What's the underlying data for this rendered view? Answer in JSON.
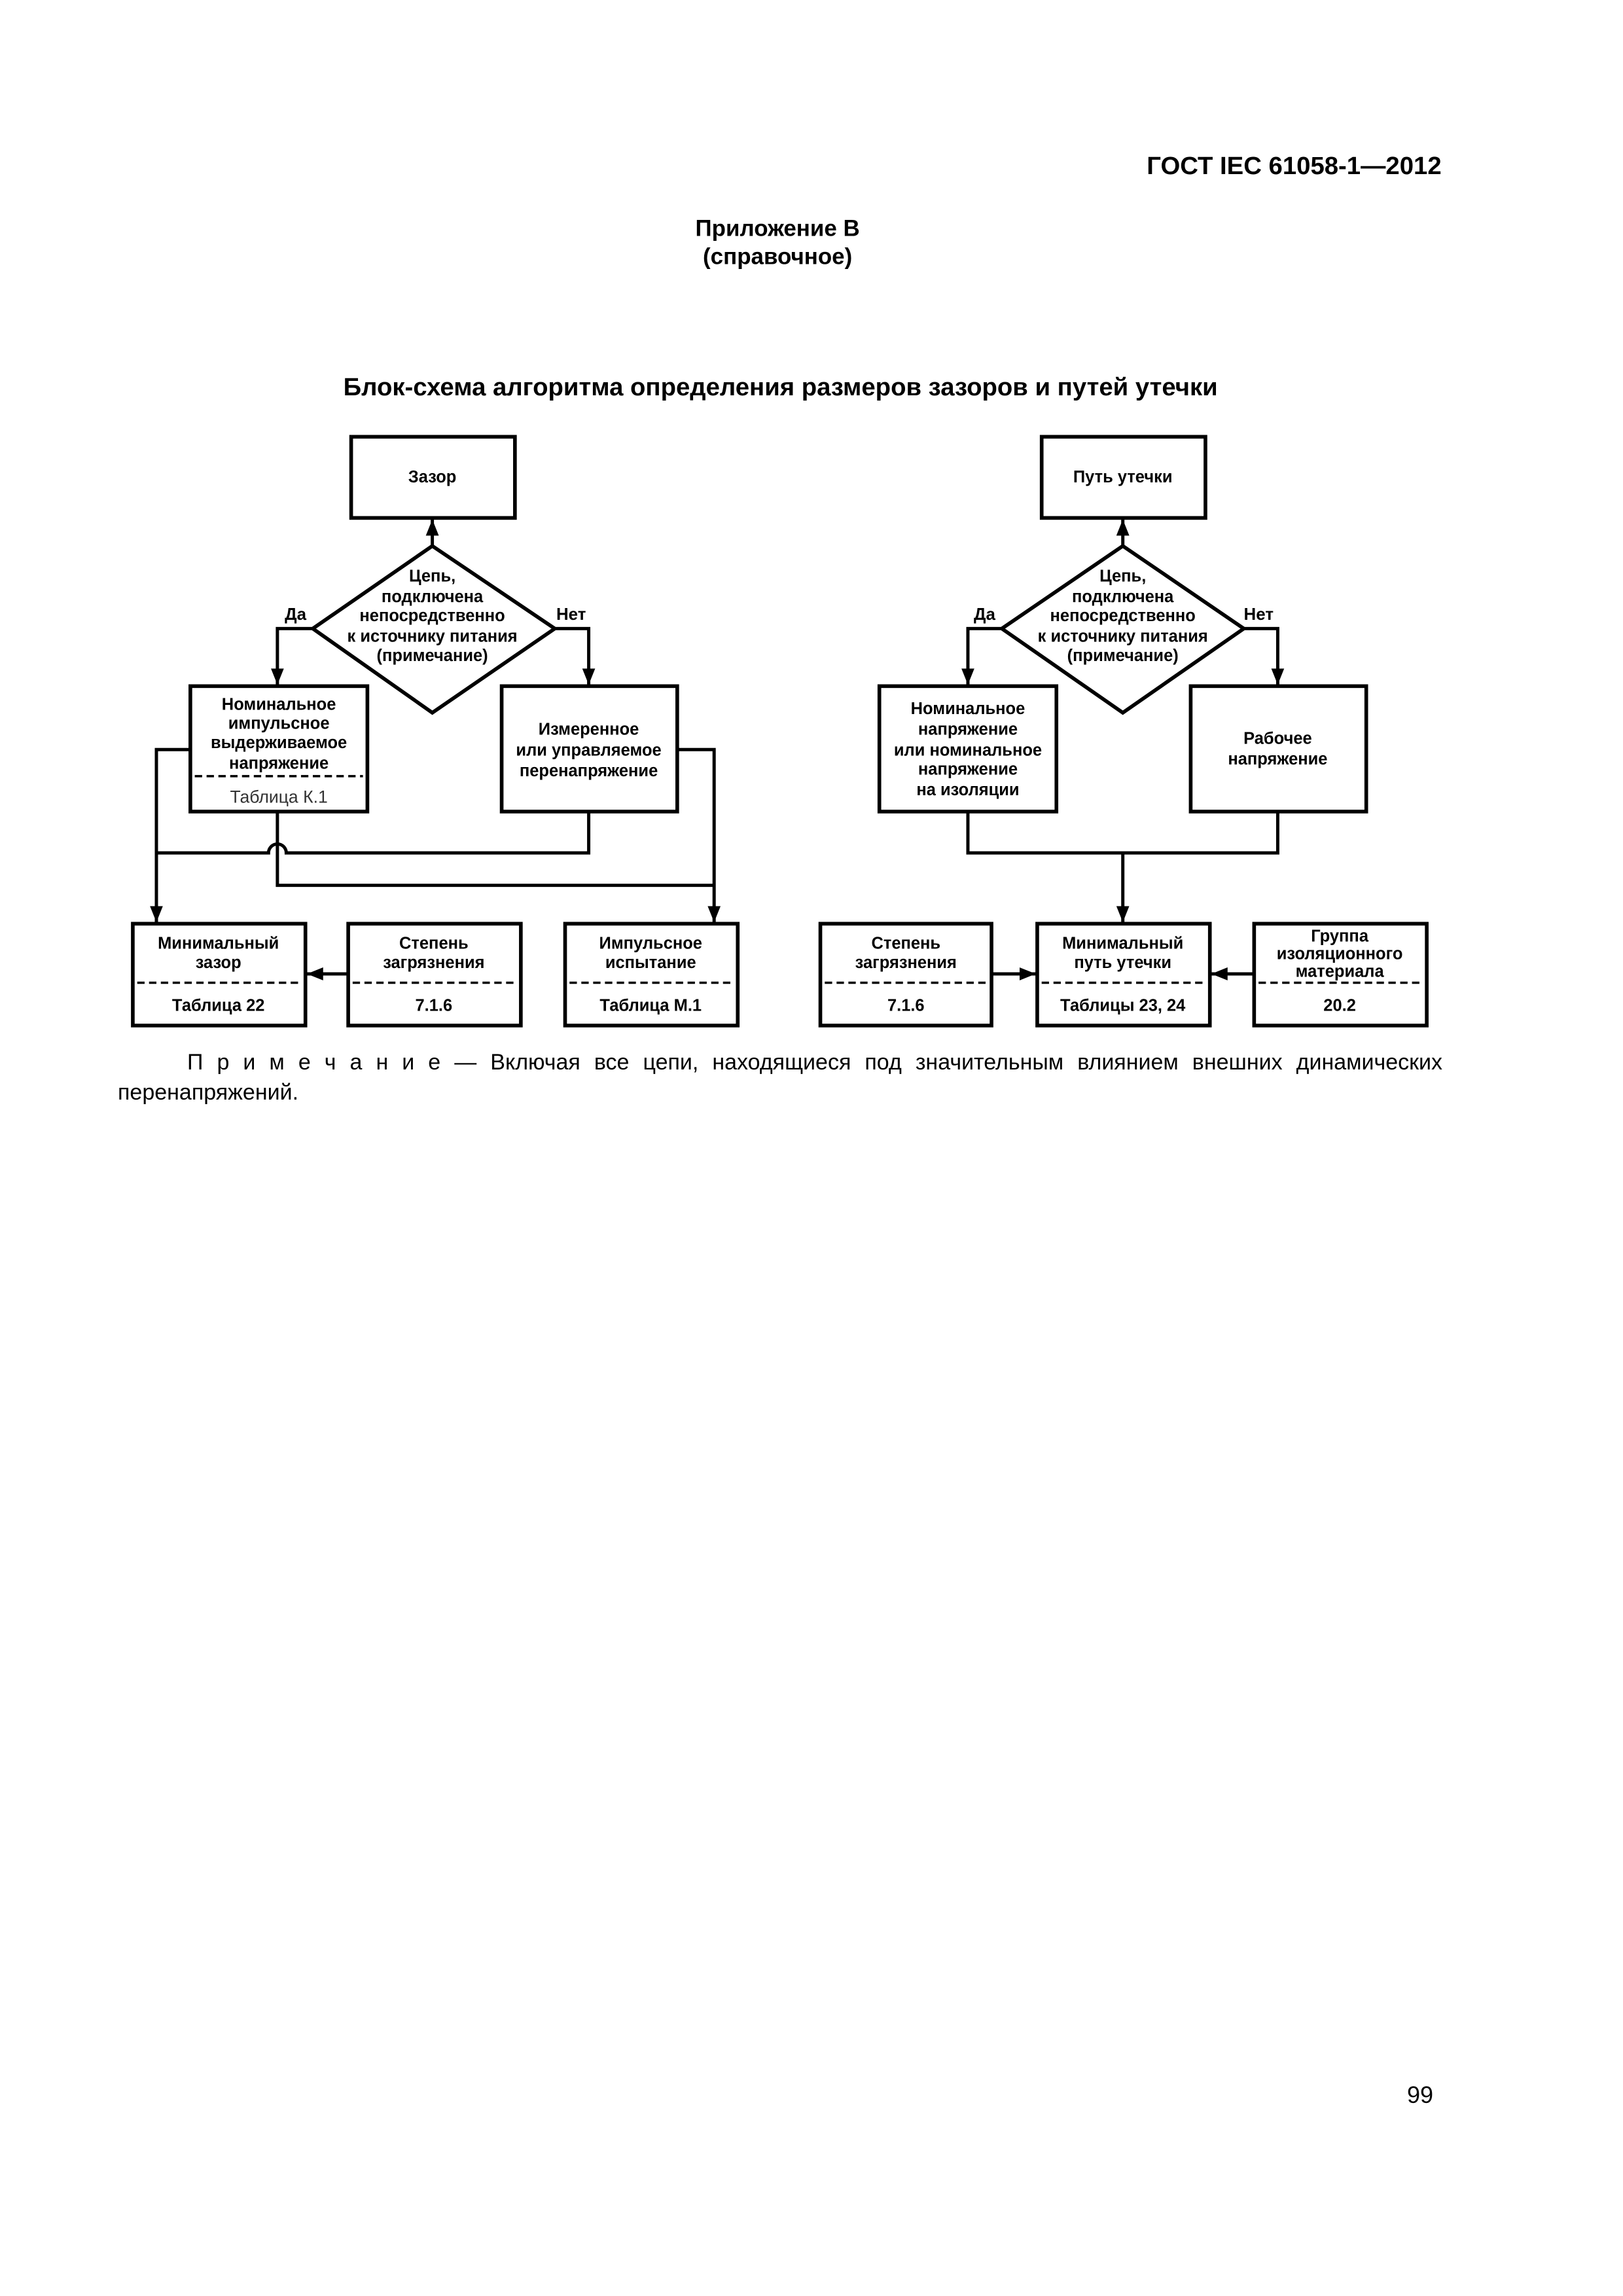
{
  "header": {
    "doc_id": "ГОСТ IEC 61058-1—2012"
  },
  "annex": {
    "title": "Приложение В",
    "subtitle": "(справочное)"
  },
  "figure_title": "Блок-схема алгоритма определения размеров зазоров и путей утечки",
  "left_chart": {
    "top": "Зазор",
    "decision": [
      "Цепь,",
      "подключена",
      "непосредственно",
      "к источнику питания",
      "(примечание)"
    ],
    "yes": "Да",
    "no": "Нет",
    "yes_box": {
      "lines": [
        "Номинальное",
        "импульсное",
        "выдерживаемое",
        "напряжение"
      ],
      "ref": "Таблица К.1"
    },
    "no_box": {
      "lines": [
        "Измеренное",
        "или управляемое",
        "перенапряжение"
      ]
    },
    "bottom": [
      {
        "lines": [
          "Минимальный",
          "зазор"
        ],
        "ref": "Таблица 22"
      },
      {
        "lines": [
          "Степень",
          "загрязнения"
        ],
        "ref": "7.1.6"
      },
      {
        "lines": [
          "Импульсное",
          "испытание"
        ],
        "ref": "Таблица М.1"
      }
    ]
  },
  "right_chart": {
    "top": "Путь утечки",
    "decision": [
      "Цепь,",
      "подключена",
      "непосредственно",
      "к источнику питания",
      "(примечание)"
    ],
    "yes": "Да",
    "no": "Нет",
    "yes_box": {
      "lines": [
        "Номинальное",
        "напряжение",
        "или номинальное",
        "напряжение",
        "на изоляции"
      ]
    },
    "no_box": {
      "lines": [
        "Рабочее",
        "напряжение"
      ]
    },
    "bottom": [
      {
        "lines": [
          "Степень",
          "загрязнения"
        ],
        "ref": "7.1.6"
      },
      {
        "lines": [
          "Минимальный",
          "путь утечки"
        ],
        "ref": "Таблицы 23, 24"
      },
      {
        "lines": [
          "Группа",
          "изоляционного",
          "материала"
        ],
        "ref": "20.2"
      }
    ]
  },
  "note": {
    "label": "П р и м е ч а н и е",
    "line1": " — Включая все цепи, находящиеся под значительным влиянием внешних динамических",
    "line2": "перенапряжений."
  },
  "page_number": "99"
}
